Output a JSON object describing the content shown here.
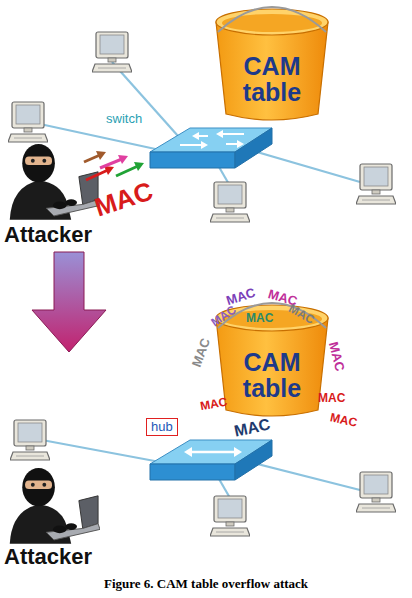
{
  "diagram": {
    "caption": "Figure 6. CAM table overflow attack",
    "nodes": [
      {
        "text": [
          "CAM table"
        ]
      },
      {
        "text": [
          "CAM table"
        ]
      },
      {
        "text": [
          "hub"
        ]
      }
    ],
    "labels": [
      "switch",
      "MAC",
      "Attacker",
      "MAC",
      "MAC",
      "MAC",
      "MAC",
      "MAC",
      "MAC",
      "MAC",
      "MAC",
      "MAC",
      "MAC",
      "MAC",
      "Attacker"
    ]
  }
}
